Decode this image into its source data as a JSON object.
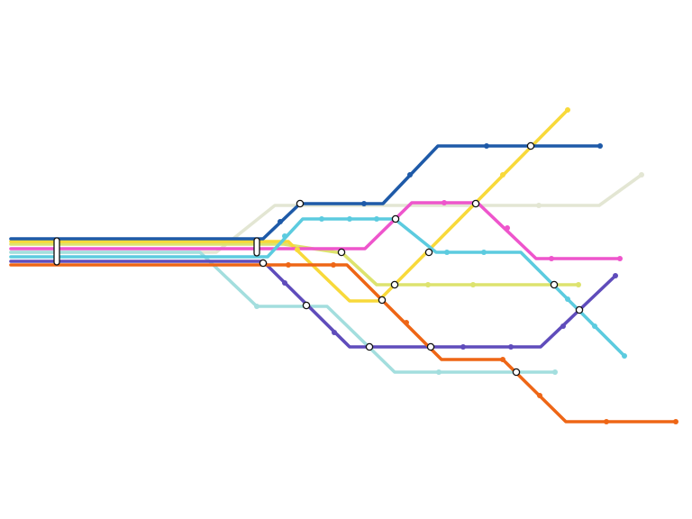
{
  "map": {
    "background": "#ffffff",
    "lines": [
      {
        "id": "line-dark-blue",
        "color": "#1e5aa8"
      },
      {
        "id": "line-beige",
        "color": "#e3e6d3"
      },
      {
        "id": "line-cyan",
        "color": "#5ccbdf"
      },
      {
        "id": "line-magenta",
        "color": "#ee55cc"
      },
      {
        "id": "line-yellow",
        "color": "#f8d93a"
      },
      {
        "id": "line-lime",
        "color": "#dde36e"
      },
      {
        "id": "line-light-teal",
        "color": "#a3dede"
      },
      {
        "id": "line-orange",
        "color": "#ee6616"
      },
      {
        "id": "line-purple",
        "color": "#5f4cbb"
      }
    ],
    "interchange_style": {
      "fill": "#ffffff",
      "stroke": "#111111"
    }
  }
}
